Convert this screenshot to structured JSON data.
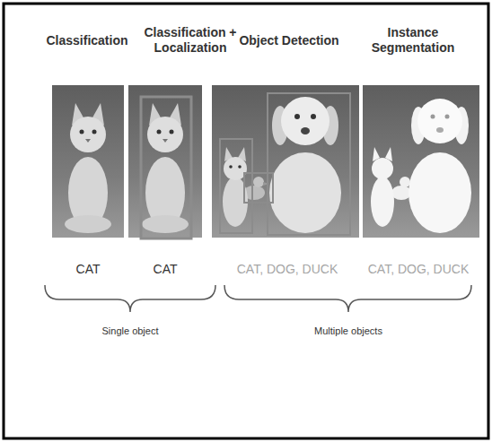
{
  "diagram": {
    "labels": [
      "Classification",
      "Classification + Localization",
      "Object Detection",
      "Instance Segmentation",
      "CAT",
      "CAT",
      "CAT, DOG, DUCK",
      "CAT, DOG, DUCK",
      "Single object",
      "Multiple objects"
    ]
  }
}
